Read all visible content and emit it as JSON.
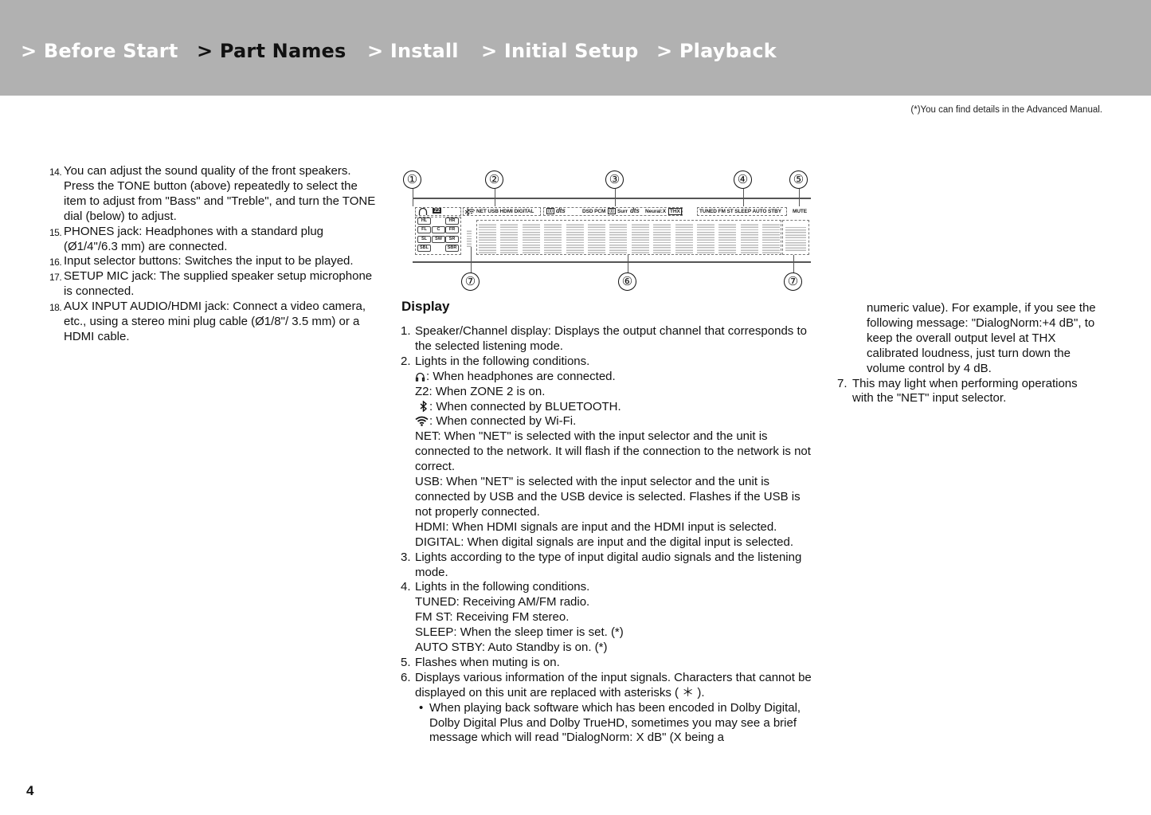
{
  "nav": {
    "items": [
      "> Before Start",
      "> Part Names",
      "> Install",
      "> Initial Setup",
      "> Playback"
    ],
    "active_index": 1
  },
  "note": "(*)You can find details in the Advanced Manual.",
  "page_number": "4",
  "left_items": [
    {
      "num": "14.",
      "text": "You can adjust the sound quality of the front speakers. Press the TONE button (above) repeatedly to select the item to adjust from \"Bass\" and \"Treble\", and turn the TONE dial (below) to adjust."
    },
    {
      "num": "15.",
      "text": "PHONES jack: Headphones with a standard plug (Ø1/4\"/6.3 mm) are connected."
    },
    {
      "num": "16.",
      "text": "Input selector buttons: Switches the input to be played."
    },
    {
      "num": "17.",
      "text": "SETUP MIC jack: The supplied speaker setup microphone is connected."
    },
    {
      "num": "18.",
      "text": "AUX INPUT AUDIO/HDMI jack: Connect a video camera, etc., using a stereo mini plug cable (Ø1/8\"/ 3.5 mm) or a HDMI cable."
    }
  ],
  "diagram": {
    "callouts_top": [
      "①",
      "②",
      "③",
      "④",
      "⑤"
    ],
    "callouts_bottom": [
      "⑦",
      "⑥",
      "⑦"
    ],
    "indicators": {
      "z2": "Z2",
      "group2": "NET USB HDMI DIGITAL",
      "dts": "dts",
      "group3": "DSD PCM",
      "surr": "Surr",
      "dts2": "dts",
      "neural": "Neural:X",
      "thx": "THX",
      "group4": "TUNED FM ST SLEEP AUTO STBY",
      "mute": "MUTE"
    },
    "speakers": [
      "HL",
      "HR",
      "FL",
      "C",
      "FR",
      "SL",
      "SW",
      "SR",
      "SBL",
      "SBR"
    ]
  },
  "display_heading": "Display",
  "display_items": {
    "i1": {
      "num": "1.",
      "text": "Speaker/Channel display: Displays the output channel that corresponds to the selected listening mode."
    },
    "i2": {
      "num": "2.",
      "text": "Lights in the following conditions.",
      "headphones": ": When headphones are connected.",
      "z2": "Z2: When ZONE 2 is on.",
      "bluetooth": ": When connected by BLUETOOTH.",
      "wifi": ": When connected by Wi-Fi.",
      "net": "NET: When \"NET\" is selected with the input selector and the unit is connected to the network. It will flash if the connection to the network is not correct.",
      "usb": "USB: When \"NET\" is selected with the input selector and the unit is connected by USB and the USB device is selected. Flashes if the USB is not properly connected.",
      "hdmi": "HDMI: When HDMI signals are input and the HDMI input is selected.",
      "digital": "DIGITAL: When digital signals are input and the digital input is selected."
    },
    "i3": {
      "num": "3.",
      "text": "Lights according to the type of input digital audio signals and the listening mode."
    },
    "i4": {
      "num": "4.",
      "text": "Lights in the following conditions.",
      "tuned": "TUNED: Receiving AM/FM radio.",
      "fmst": "FM ST: Receiving FM stereo.",
      "sleep": "SLEEP: When the sleep timer is set. (*)",
      "autostby": "AUTO STBY: Auto Standby is on. (*)"
    },
    "i5": {
      "num": "5.",
      "text": "Flashes when muting is on."
    },
    "i6": {
      "num": "6.",
      "text": "Displays various information of the input signals. Characters that cannot be displayed on this unit are replaced with asterisks ( ＊ ).",
      "bullet": "•",
      "bullet_text": "When playing back software which has been encoded in Dolby Digital, Dolby Digital Plus and Dolby TrueHD, sometimes you may see a brief message which will read \"DialogNorm: X dB\" (X being a"
    }
  },
  "right_col": {
    "continuation": "numeric value). For example, if you see the following message: \"DialogNorm:+4 dB\", to keep the overall output level at THX calibrated loudness, just turn down the volume control by 4 dB.",
    "i7": {
      "num": "7.",
      "text": "This may light when performing operations with the \"NET\" input selector."
    }
  }
}
